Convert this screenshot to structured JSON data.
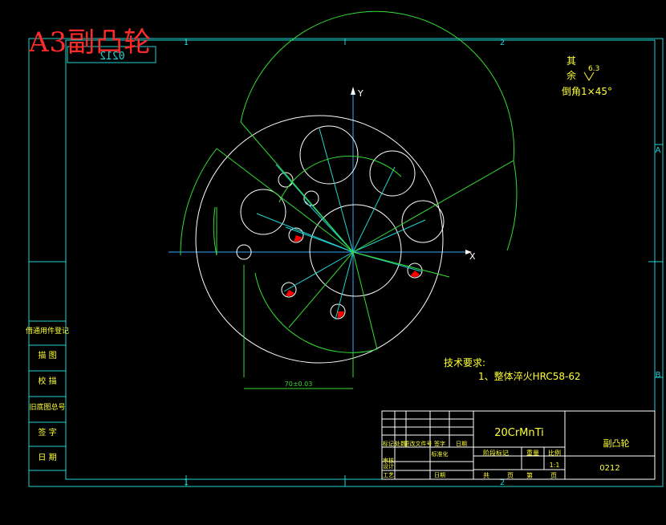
{
  "title": "A3副凸轮",
  "frame": {
    "zones_top": [
      "1",
      "2"
    ],
    "zones_side": [
      "A",
      "B"
    ],
    "mirrored_code": "0212"
  },
  "axes": {
    "x": "X",
    "y": "Y"
  },
  "roughness": {
    "qi": "其",
    "yu": "余",
    "value": "6.3",
    "chamfer": "倒角1×45°"
  },
  "tech": {
    "heading": "技术要求:",
    "item1": "1、整体淬火HRC58-62"
  },
  "dimension_bottom": "70±0.03",
  "side_panel": [
    "借通用件登记",
    "描 图",
    "校 描",
    "旧底图总号",
    "签 字",
    "日 期"
  ],
  "title_block": {
    "material": "20CrMnTi",
    "part_name": "副凸轮",
    "drawing_no": "0212",
    "scale_row": [
      "阶段标记",
      "重量",
      "比例"
    ],
    "scale": "1:1",
    "sheet_row": [
      "共",
      "页",
      "第",
      "页"
    ],
    "rev_row": [
      "标记",
      "处数",
      "更改文件号",
      "签字",
      "日期"
    ],
    "design_row": [
      "设计",
      "标准化"
    ],
    "review_row": [
      "审核",
      "工艺",
      "日期"
    ]
  },
  "colors": {
    "frame": "#22d3d3",
    "dim": "#33dd33",
    "geom": "#ffffff",
    "text": "#ffff33",
    "fill": "#ff0000",
    "axis": "#33aaff"
  }
}
